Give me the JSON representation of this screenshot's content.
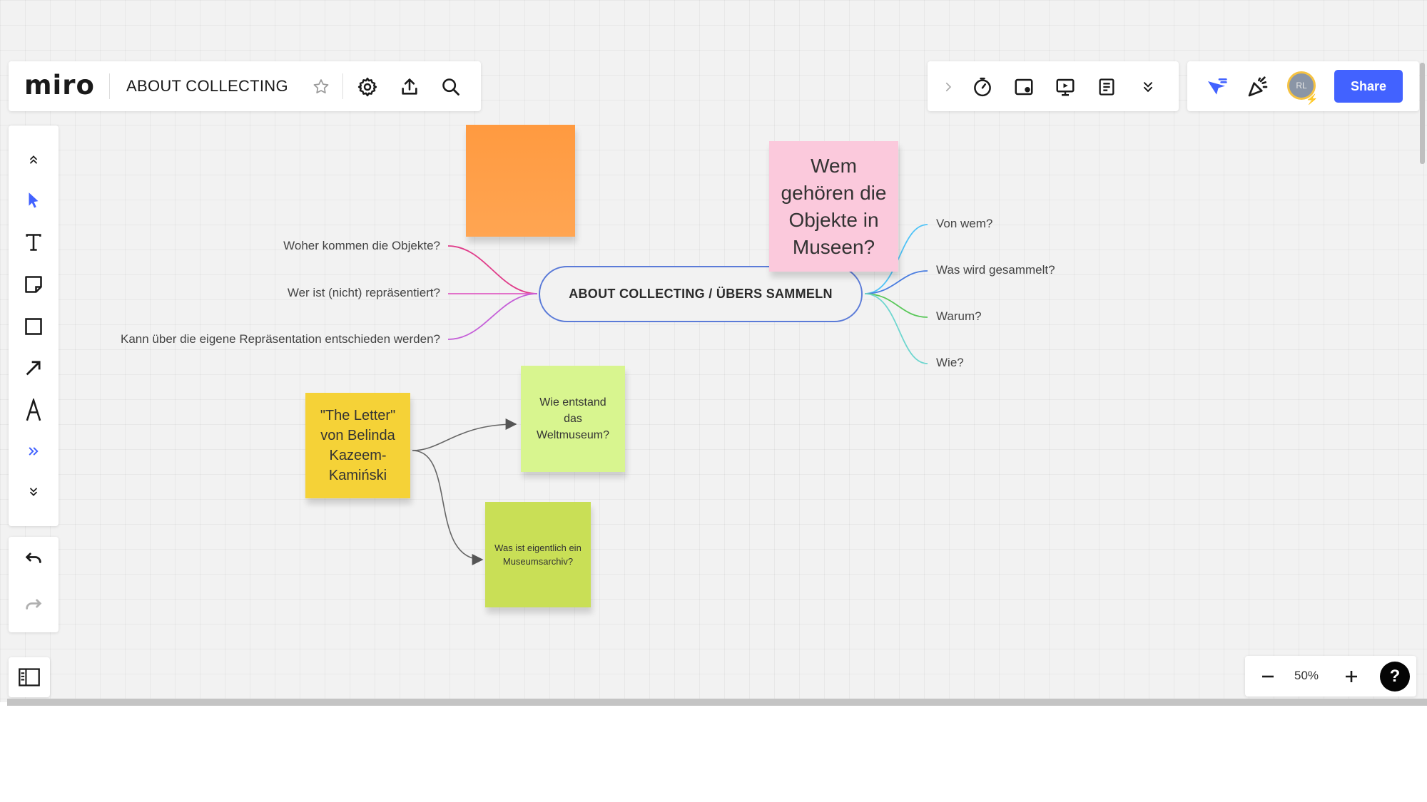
{
  "app": {
    "logo": "miro",
    "board_title": "ABOUT COLLECTING"
  },
  "toolbar_right": {
    "share_label": "Share",
    "avatar_initials": "RL"
  },
  "icons": {
    "top_left": [
      "star-icon",
      "gear-icon",
      "upload-icon",
      "search-icon"
    ],
    "top_mid": [
      "chevron-right-icon",
      "timer-icon",
      "video-chat-icon",
      "present-icon",
      "notes-icon",
      "chevron-double-down-icon"
    ],
    "top_right": [
      "cursor-filter-icon",
      "celebrate-icon"
    ],
    "left_tools": [
      "collapse-up-icon",
      "select-cursor-icon",
      "text-icon",
      "sticky-note-icon",
      "rectangle-icon",
      "arrow-tool-icon",
      "pen-icon",
      "more-tools-icon",
      "expand-down-icon"
    ],
    "history": [
      "undo-icon",
      "redo-icon"
    ],
    "bottom": [
      "board-panel-icon",
      "zoom-out-icon",
      "zoom-in-icon",
      "help-icon"
    ]
  },
  "colors": {
    "accent": "#4262ff",
    "sticky_orange": "#ff9d48",
    "sticky_pink": "#fbc9dc",
    "sticky_yellow": "#f5d237",
    "sticky_lightgreen": "#d8f58f",
    "sticky_green": "#c9df56"
  },
  "mindmap": {
    "center": "ABOUT COLLECTING / ÜBERS SAMMELN",
    "left_branches": [
      "Woher kommen die Objekte?",
      "Wer ist (nicht) repräsentiert?",
      "Kann über die eigene Repräsentation entschieden werden?"
    ],
    "right_branches": [
      "Von wem?",
      "Was wird gesammelt?",
      "Warum?",
      "Wie?"
    ]
  },
  "stickies": {
    "orange": "",
    "pink": "Wem gehören die Objekte in Museen?",
    "yellow": "\"The Letter\" von Belinda Kazeem-Kamiński",
    "light_green": "Wie entstand das Weltmuseum?",
    "green": "Was ist eigentlich ein Museumsarchiv?"
  },
  "zoom": {
    "value": "50%"
  }
}
